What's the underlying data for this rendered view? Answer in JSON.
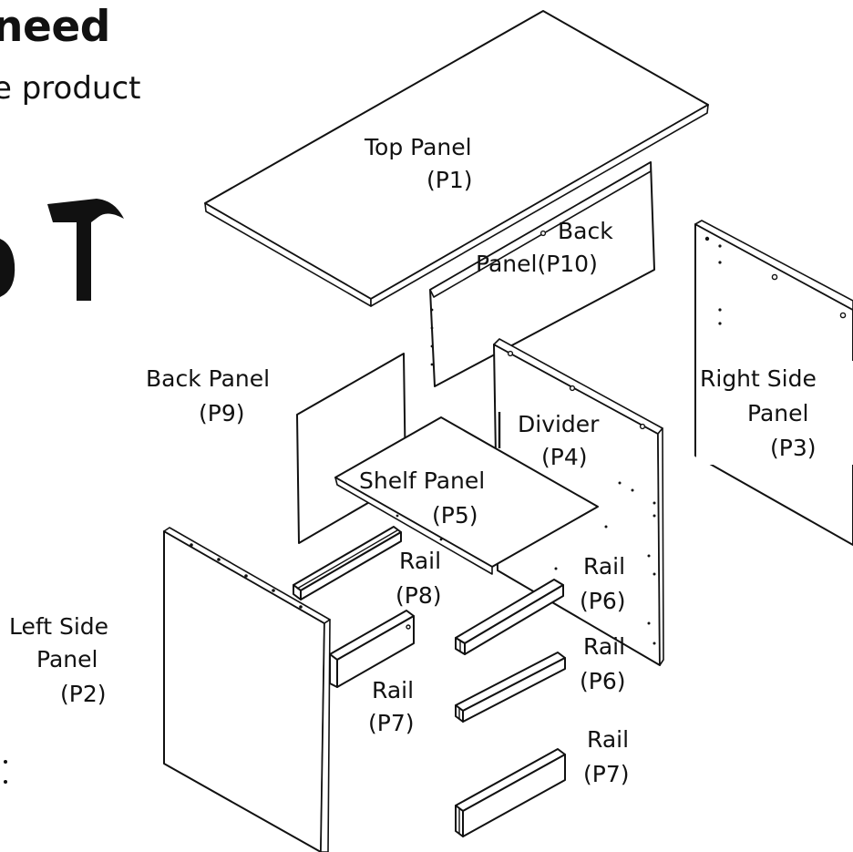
{
  "header": {
    "title": "need",
    "subtitle": "e product"
  },
  "tools": [
    {
      "icon": "hammer-icon"
    },
    {
      "icon": "screwdriver-icon"
    }
  ],
  "parts": {
    "top_panel": {
      "name": "Top Panel",
      "code": "(P1)"
    },
    "back_panel_p10": {
      "name": "Back",
      "code": "Panel(P10)"
    },
    "right_side_panel": {
      "name": "Right Side",
      "name2": "Panel",
      "code": "(P3)"
    },
    "back_panel_p9": {
      "name": "Back Panel",
      "code": "(P9)"
    },
    "divider": {
      "name": "Divider",
      "code": "(P4)"
    },
    "shelf_panel": {
      "name": "Shelf Panel",
      "code": "(P5)"
    },
    "rail_p8": {
      "name": "Rail",
      "code": "(P8)"
    },
    "rail_p6_a": {
      "name": "Rail",
      "code": "(P6)"
    },
    "rail_p6_b": {
      "name": "Rail",
      "code": "(P6)"
    },
    "left_side_panel": {
      "name": "Left Side",
      "name2": "Panel",
      "code": "(P2)"
    },
    "rail_p7_a": {
      "name": "Rail",
      "code": "(P7)"
    },
    "rail_p7_b": {
      "name": "Rail",
      "code": "(P7)"
    }
  }
}
